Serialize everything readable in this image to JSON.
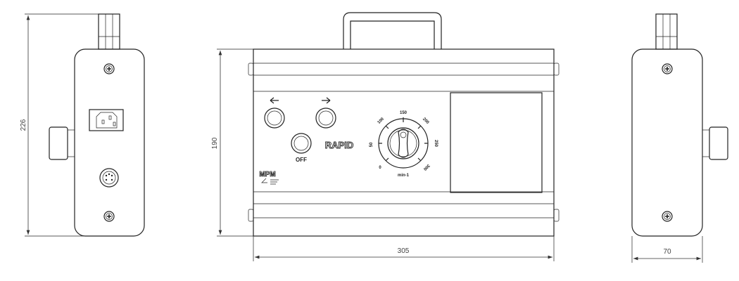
{
  "dimensions": {
    "height_side": "226",
    "height_front": "190",
    "width_front": "305",
    "depth_side": "70"
  },
  "front_panel": {
    "rapid_label": "RAPID",
    "off_label": "OFF",
    "logo_text": "MPM",
    "dial": {
      "ticks": [
        "0",
        "50",
        "100",
        "150",
        "200",
        "250",
        "300"
      ],
      "unit": "min-1"
    }
  },
  "colors": {
    "line": "#222222",
    "background": "#ffffff"
  }
}
